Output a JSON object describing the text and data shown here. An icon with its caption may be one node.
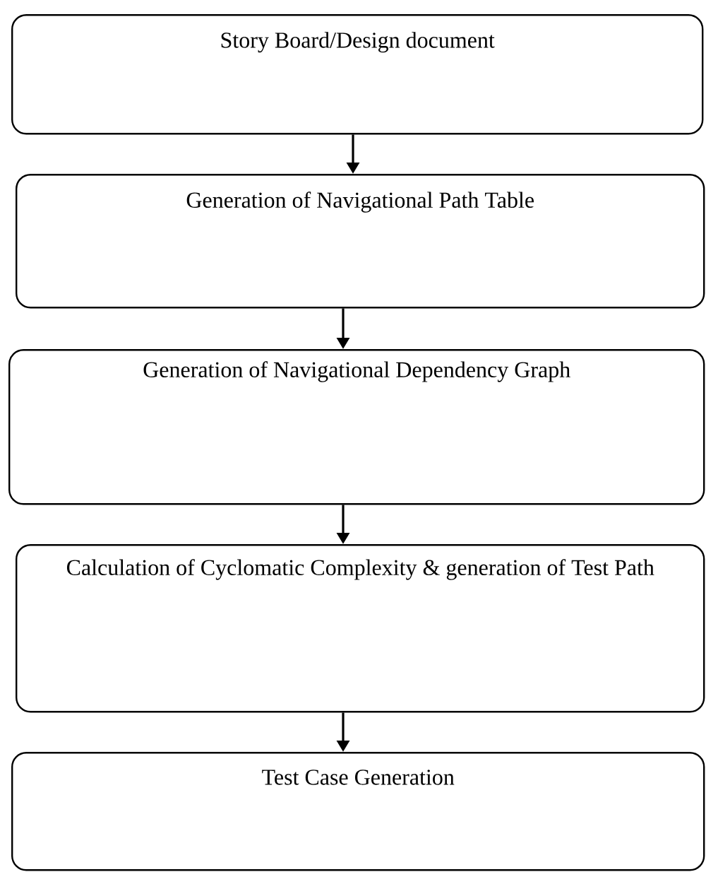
{
  "diagram": {
    "nodes": [
      {
        "text": [
          "Story Board/Design document"
        ]
      },
      {
        "text": [
          "Generation of Navigational Path Table"
        ]
      },
      {
        "text": [
          "Generation of Navigational Dependency Graph"
        ]
      },
      {
        "text": [
          "Calculation of Cyclomatic Complexity & generation of Test Path"
        ]
      },
      {
        "text": [
          "Test Case Generation"
        ]
      }
    ],
    "edges": [
      {
        "from": 0,
        "to": 1,
        "arrow": "to"
      },
      {
        "from": 1,
        "to": 2,
        "arrow": "to"
      },
      {
        "from": 2,
        "to": 3,
        "arrow": "to"
      },
      {
        "from": 3,
        "to": 4,
        "arrow": "to"
      }
    ]
  }
}
